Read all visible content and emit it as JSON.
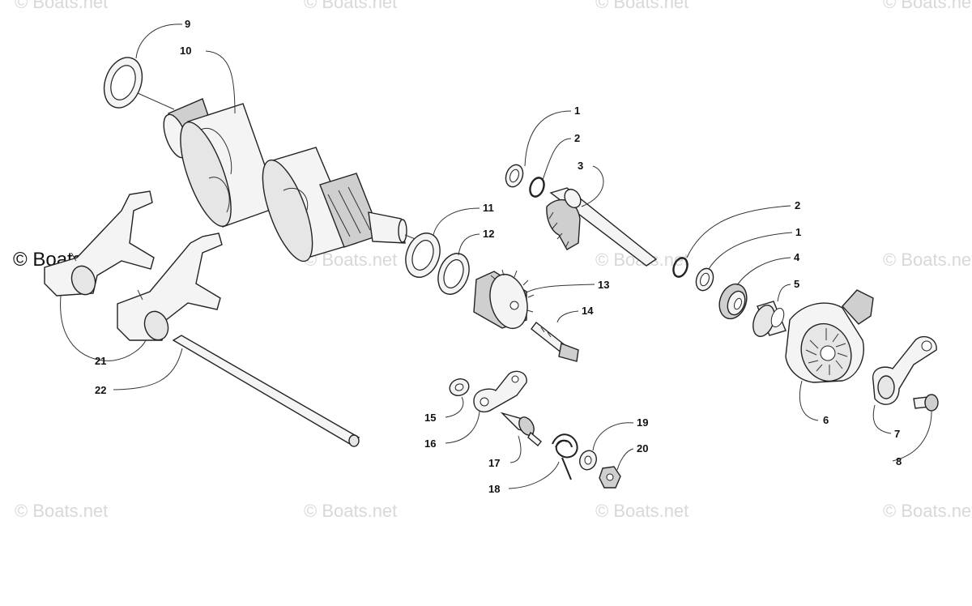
{
  "watermark": {
    "text": "© Boats.net",
    "color": "#d8d8d8"
  },
  "corner_watermark": {
    "text": "© Boats.net"
  },
  "callouts": [
    {
      "id": "c9",
      "label": "9"
    },
    {
      "id": "c10",
      "label": "10"
    },
    {
      "id": "c1a",
      "label": "1"
    },
    {
      "id": "c2a",
      "label": "2"
    },
    {
      "id": "c3",
      "label": "3"
    },
    {
      "id": "c11",
      "label": "11"
    },
    {
      "id": "c12",
      "label": "12"
    },
    {
      "id": "c13",
      "label": "13"
    },
    {
      "id": "c14",
      "label": "14"
    },
    {
      "id": "c2b",
      "label": "2"
    },
    {
      "id": "c1b",
      "label": "1"
    },
    {
      "id": "c4",
      "label": "4"
    },
    {
      "id": "c5",
      "label": "5"
    },
    {
      "id": "c6",
      "label": "6"
    },
    {
      "id": "c7",
      "label": "7"
    },
    {
      "id": "c8",
      "label": "8"
    },
    {
      "id": "c15",
      "label": "15"
    },
    {
      "id": "c16",
      "label": "16"
    },
    {
      "id": "c17",
      "label": "17"
    },
    {
      "id": "c18",
      "label": "18"
    },
    {
      "id": "c19",
      "label": "19"
    },
    {
      "id": "c20",
      "label": "20"
    },
    {
      "id": "c21",
      "label": "21"
    },
    {
      "id": "c22",
      "label": "22"
    }
  ]
}
